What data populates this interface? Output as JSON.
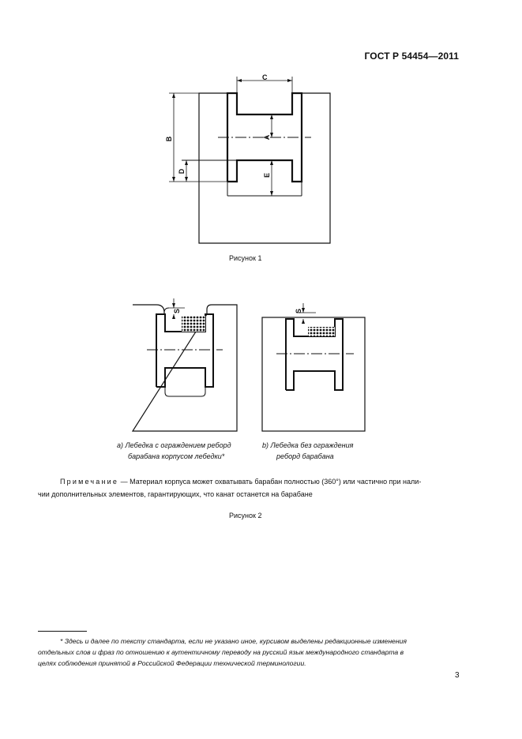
{
  "header": {
    "standard_code": "ГОСТ Р 54454—2011"
  },
  "figure1": {
    "labels": {
      "c": "C",
      "b": "B",
      "a": "A",
      "d": "D",
      "e": "E"
    },
    "caption": "Рисунок 1"
  },
  "figure2": {
    "sub_a": {
      "line1": "a)  Лебедка с ограждением реборд",
      "line2": "барабана корпусом лебедки*"
    },
    "sub_b": {
      "line1": "b)  Лебедка без ограждения",
      "line2": "реборд барабана"
    },
    "labels": {
      "s_a": "S",
      "s_b": "S"
    },
    "caption": "Рисунок 2"
  },
  "note": {
    "prefix": "Примечание",
    "line1": " — Материал корпуса может охватывать барабан полностью (360°) или частично при нали-",
    "line2": "чии дополнительных элементов, гарантирующих, что канат останется на барабане"
  },
  "footnote": {
    "line1": "*  Здесь и далее по тексту стандарта, если не указано иное, курсивом выделены редакционные изменения",
    "line2": "отдельных слов и фраз по отношению к аутентичному переводу на русский язык международного стандарта в",
    "line3": "целях соблюдения принятой в Российской Федерации технической терминологии."
  },
  "page_number": "3"
}
